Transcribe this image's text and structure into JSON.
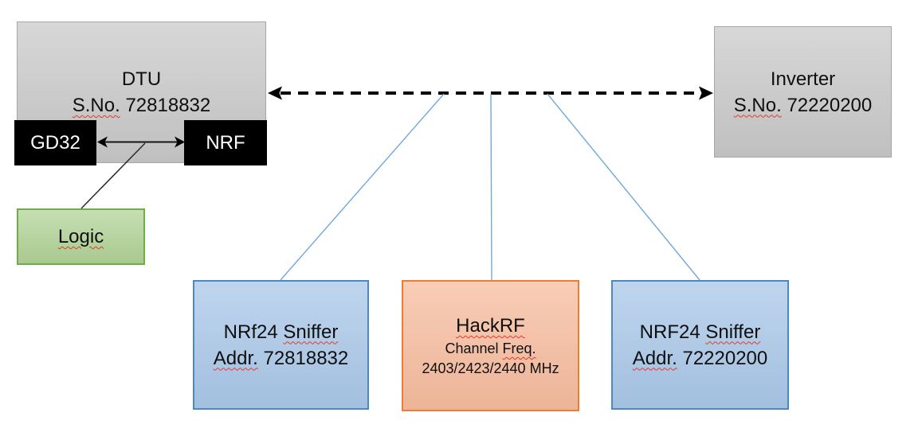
{
  "colors": {
    "gray_fill": "#CACACA",
    "gray_border": "#A6A6A6",
    "black_fill": "#000000",
    "green_fill": "#B0D295",
    "green_border": "#70AD47",
    "blue_fill": "#A9C7E8",
    "blue_border": "#4A89C4",
    "orange_fill": "#F6BC9E",
    "orange_border": "#ED7D31",
    "connector_blue": "#71A8DC",
    "squiggle_red": "#E03A2F"
  },
  "nodes": {
    "dtu": {
      "title": "DTU",
      "serial_prefix": "S.No.",
      "serial": "72818832"
    },
    "gd32": {
      "label": "GD32"
    },
    "nrf": {
      "label": "NRF"
    },
    "logic": {
      "label": "Logic"
    },
    "inverter": {
      "title": "Inverter",
      "serial_prefix": "S.No.",
      "serial": "72220200"
    },
    "sniffer_left": {
      "name": "NRf24",
      "name_suffix": "Sniffer",
      "addr_prefix": "Addr.",
      "addr": "72818832"
    },
    "hackrf": {
      "title": "HackRF",
      "freq_label_a": "Channel",
      "freq_label_b": "Freq.",
      "freq_values": "2403/2423/2440 MHz"
    },
    "sniffer_right": {
      "name": "NRF24",
      "name_suffix": "Sniffer",
      "addr_prefix": "Addr.",
      "addr": "72220200"
    }
  }
}
